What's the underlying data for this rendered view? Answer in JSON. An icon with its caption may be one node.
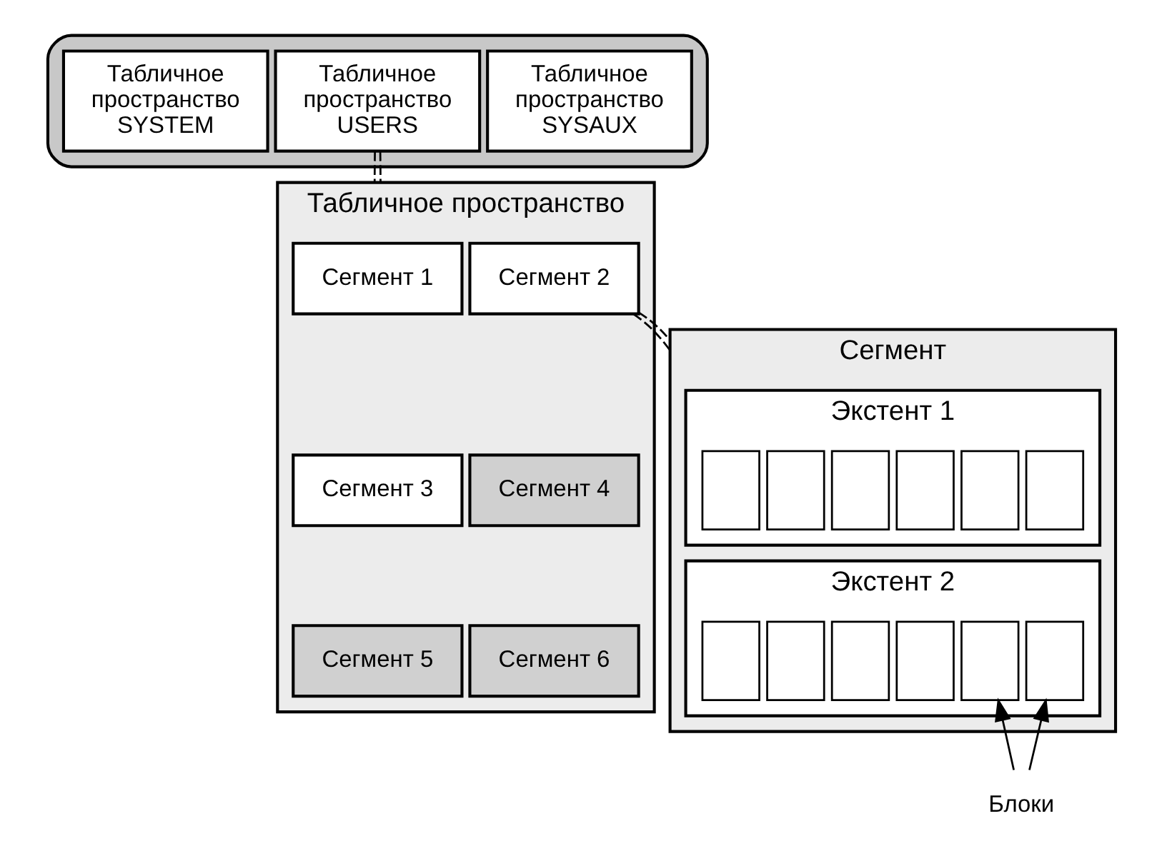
{
  "diagram": {
    "nodes": [
      {
        "text": [],
        "shape": "cylinder"
      },
      {
        "text": [
          "Табличное пространство SYSTEM"
        ],
        "in": 0
      },
      {
        "text": [
          "Табличное пространство USERS"
        ],
        "in": 0
      },
      {
        "text": [
          "Табличное пространство SYSAUX"
        ],
        "in": 0
      },
      {
        "text": [
          "Табличное пространство"
        ]
      },
      {
        "text": [
          "Сегмент 1"
        ],
        "in": 4
      },
      {
        "text": [
          "Сегмент 2"
        ],
        "in": 4
      },
      {
        "text": [
          "Сегмент 3"
        ],
        "in": 4
      },
      {
        "text": [
          "Сегмент 4"
        ],
        "in": 4
      },
      {
        "text": [
          "Сегмент 5"
        ],
        "in": 4
      },
      {
        "text": [
          "Сегмент 6"
        ],
        "in": 4
      },
      {
        "text": [
          "Сегмент"
        ]
      },
      {
        "text": [
          "Экстент 1"
        ],
        "in": 11
      },
      {
        "text": [],
        "shape": "box",
        "in": 12
      },
      {
        "text": [],
        "shape": "box",
        "in": 12
      },
      {
        "text": [],
        "shape": "box",
        "in": 12
      },
      {
        "text": [],
        "shape": "box",
        "in": 12
      },
      {
        "text": [],
        "shape": "box",
        "in": 12
      },
      {
        "text": [],
        "shape": "box",
        "in": 12
      },
      {
        "text": [
          "Экстент 2"
        ],
        "in": 11
      },
      {
        "text": [],
        "shape": "box",
        "in": 19
      },
      {
        "text": [],
        "shape": "box",
        "in": 19
      },
      {
        "text": [],
        "shape": "box",
        "in": 19
      },
      {
        "text": [],
        "shape": "box",
        "in": 19
      },
      {
        "text": [],
        "shape": "box",
        "in": 19
      },
      {
        "text": [],
        "shape": "box",
        "in": 19
      },
      {
        "text": [
          "Блоки"
        ]
      }
    ],
    "edges": [
      {
        "from": 2,
        "to": 4,
        "arrow": "none",
        "style": "dashed"
      },
      {
        "from": 2,
        "to": 4,
        "arrow": "none",
        "style": "dashed"
      },
      {
        "from": 6,
        "to": 11,
        "arrow": "none",
        "style": "dashed"
      },
      {
        "from": 6,
        "to": 11,
        "arrow": "none",
        "style": "dashed"
      },
      {
        "from": 26,
        "to": 24,
        "arrow": "to"
      },
      {
        "from": 26,
        "to": 25,
        "arrow": "to"
      }
    ]
  }
}
